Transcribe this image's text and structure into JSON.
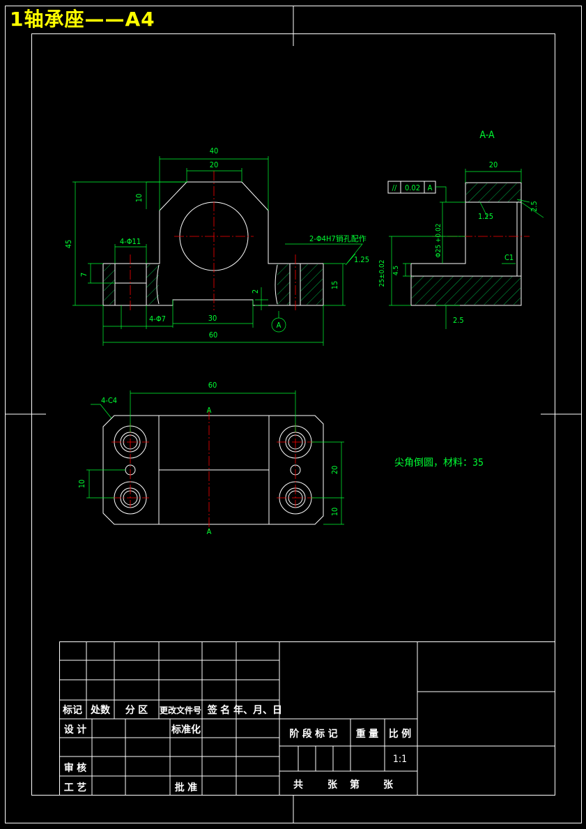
{
  "drawing": {
    "title": "1轴承座——A4",
    "section_label": "A-A",
    "note": "尖角倒圆，材料：35"
  },
  "dims": {
    "front": {
      "d40": "40",
      "d20": "20",
      "d10": "10",
      "d45": "45",
      "hole_top": "4-Φ11",
      "d7": "7",
      "hole_bottom": "4-Φ7",
      "d30": "30",
      "d60": "60",
      "d2": "2",
      "d15": "15",
      "pin": "2-Φ4H7销孔配作",
      "rough": "1.25",
      "datum": "A"
    },
    "section": {
      "d20": "20",
      "d25": "25±0.02",
      "d4_5": "4.5",
      "bore": "Φ25 +0.02",
      "c1": "C1",
      "rough_a": "1.25",
      "rough_b": "2.5",
      "rough_c": "2.5"
    },
    "top": {
      "d60": "60",
      "chamfer": "4-C4",
      "d10_left": "10",
      "d20": "20",
      "d10_right": "10",
      "mark_a_top": "A",
      "mark_a_bottom": "A"
    }
  },
  "tolerance": {
    "symbol": "//",
    "value": "0.02",
    "datum": "A"
  },
  "title_block": {
    "row_labels": [
      "标记",
      "处数",
      "分 区",
      "更改文件号",
      "签 名",
      "年、月、日"
    ],
    "design": "设 计",
    "standard": "标准化",
    "stage": "阶 段 标 记",
    "weight": "重 量",
    "scale_label": "比 例",
    "scale": "1:1",
    "review": "审 核",
    "process": "工 艺",
    "approve": "批 准",
    "sheets": [
      "共",
      "张",
      "第",
      "张"
    ]
  }
}
